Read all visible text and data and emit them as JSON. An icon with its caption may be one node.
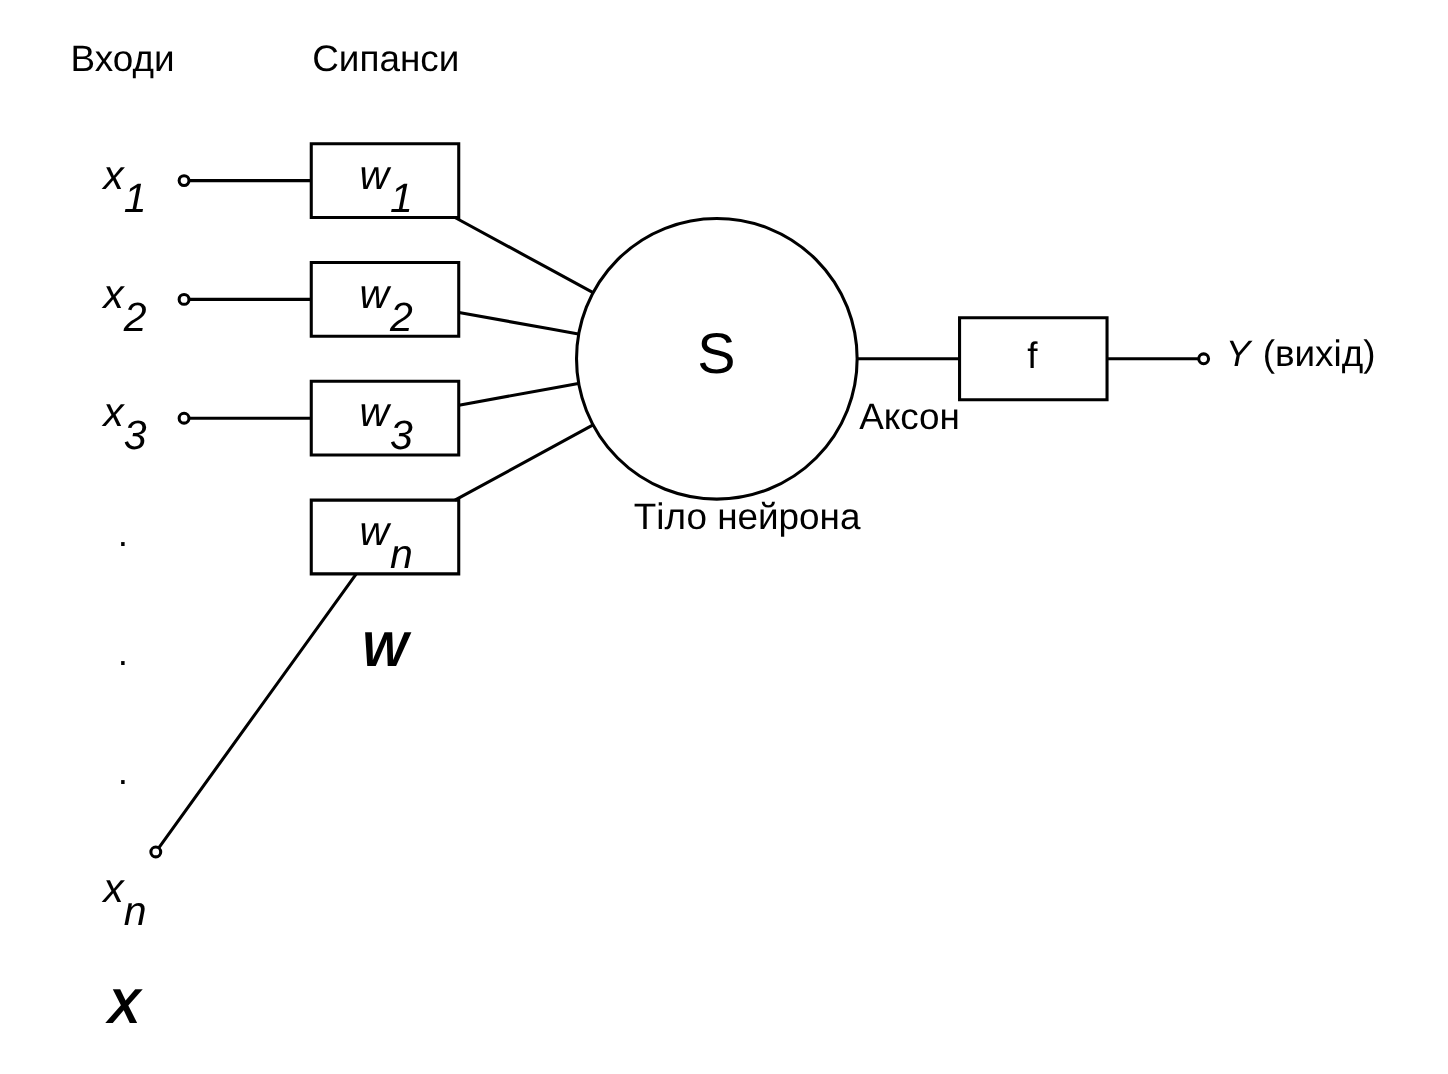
{
  "diagram": {
    "nodes": [
      {
        "text": [
          "x$_{1}$"
        ]
      },
      {
        "text": [
          "x$_{2}$"
        ]
      },
      {
        "text": [
          "x$_{3}$"
        ]
      },
      {
        "text": [
          "x$_{n}$"
        ]
      },
      {
        "text": [
          "w$_{1}$"
        ]
      },
      {
        "text": [
          "w$_{2}$"
        ]
      },
      {
        "text": [
          "w$_{3}$"
        ]
      },
      {
        "text": [
          "w$_{n}$"
        ]
      },
      {
        "text": [
          "S"
        ],
        "beside": [
          "Тіло нейрона"
        ]
      },
      {
        "text": [
          "f"
        ],
        "beside": [
          "Аксон"
        ]
      },
      {
        "text": [
          "*Y* (вихід)"
        ]
      }
    ],
    "edges": [
      {
        "from": 0,
        "to": 4,
        "arrow": "other"
      },
      {
        "from": 1,
        "to": 5,
        "arrow": "other"
      },
      {
        "from": 2,
        "to": 6,
        "arrow": "other"
      },
      {
        "from": 3,
        "to": 7,
        "arrow": "other"
      },
      {
        "from": 4,
        "to": 8,
        "arrow": "none"
      },
      {
        "from": 5,
        "to": 8,
        "arrow": "none"
      },
      {
        "from": 6,
        "to": 8,
        "arrow": "none"
      },
      {
        "from": 7,
        "to": 8,
        "arrow": "none"
      },
      {
        "from": 8,
        "to": 9,
        "arrow": "none"
      },
      {
        "from": 9,
        "to": 10,
        "arrow": "other"
      }
    ],
    "labels": [
      "Входи",
      "Сипанси",
      ".",
      ".",
      ".",
      "W",
      "X"
    ]
  }
}
